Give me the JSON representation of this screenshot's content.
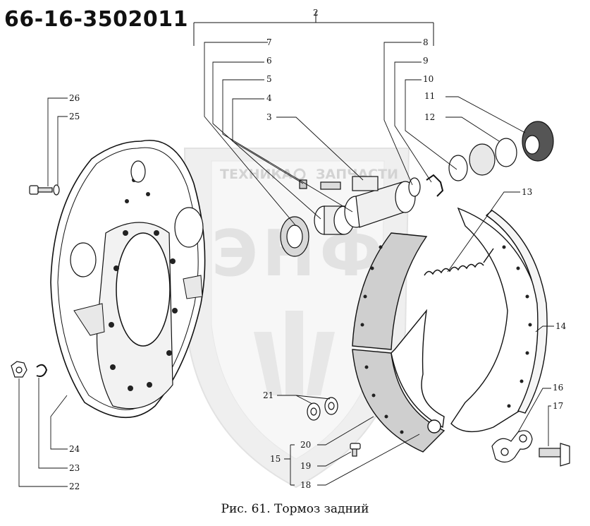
{
  "header": {
    "code": "66-16-3502011"
  },
  "caption": "Рис. 61. Тормоз  задний",
  "watermark": {
    "text_left": "ТЕХНИКА",
    "text_right": "ЗАПЧАСТИ",
    "big": "ЭНФ"
  },
  "callouts": [
    "2",
    "7",
    "8",
    "6",
    "9",
    "5",
    "10",
    "4",
    "11",
    "3",
    "12",
    "26",
    "25",
    "13",
    "14",
    "16",
    "21",
    "17",
    "20",
    "15",
    "19",
    "18",
    "24",
    "23",
    "22"
  ]
}
